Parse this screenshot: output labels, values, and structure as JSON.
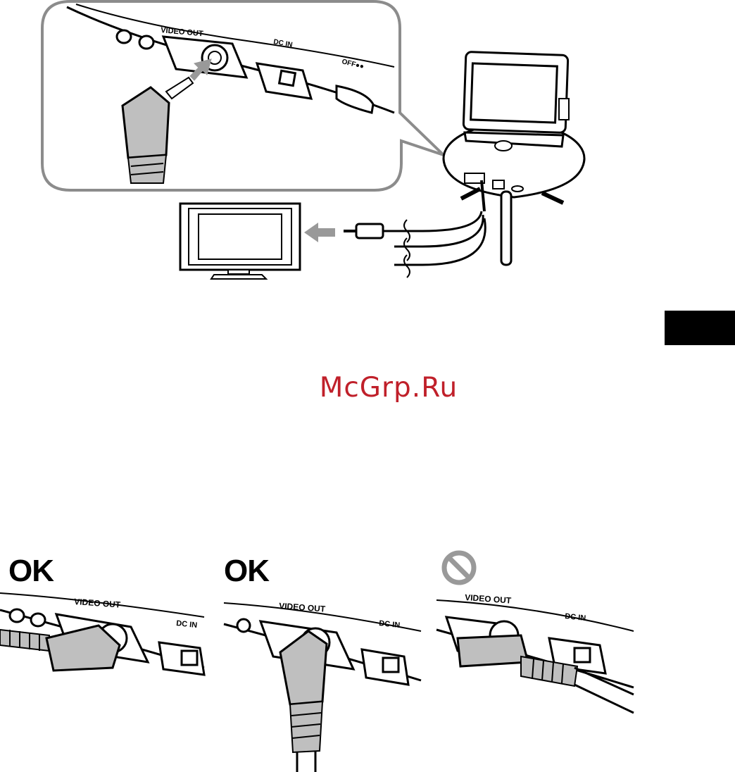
{
  "page": {
    "watermark": "McGrp.Ru"
  },
  "top_figure": {
    "port_labels": {
      "video_out": "VIDEO OUT",
      "dc_in": "DC IN",
      "off": "OFF●●"
    }
  },
  "bottom_figures": [
    {
      "status": "OK",
      "video_out": "VIDEO OUT",
      "dc_in": "DC IN"
    },
    {
      "status": "OK",
      "video_out": "VIDEO OUT",
      "dc_in": "DC IN"
    },
    {
      "status_icon": "prohibited-icon",
      "video_out": "VIDEO OUT",
      "dc_in": "DC IN"
    }
  ],
  "colors": {
    "stroke": "#000000",
    "callout_border": "#8c8c8c",
    "plug_fill": "#bfbfbf",
    "arrow_fill": "#999999",
    "watermark": "#c0202a",
    "tab": "#000000"
  }
}
